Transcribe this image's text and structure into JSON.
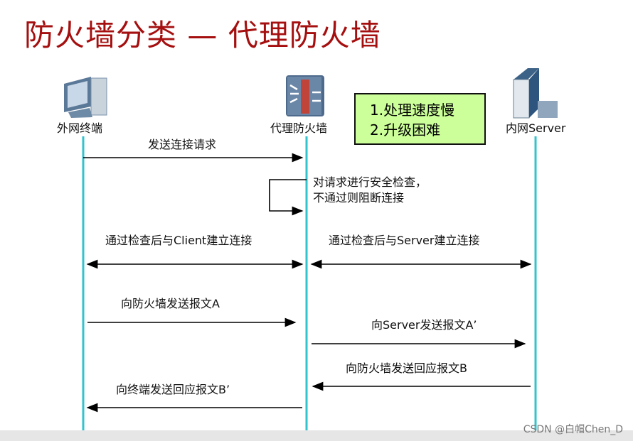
{
  "title": "防火墙分类 — 代理防火墙",
  "entities": [
    {
      "label": "外网终端",
      "icon": "pc-icon"
    },
    {
      "label": "代理防火墙",
      "icon": "firewall-icon"
    },
    {
      "label": "内网Server",
      "icon": "server-icon"
    }
  ],
  "note": {
    "line1": "1.处理速度慢",
    "line2": "2.升级困难"
  },
  "messages": {
    "m1": "发送连接请求",
    "m2a": "对请求进行安全检查，",
    "m2b": "不通过则阻断连接",
    "m3": "通过检查后与Client建立连接",
    "m4": "通过检查后与Server建立连接",
    "m5": "向防火墙发送报文A",
    "m6": "向Server发送报文A’",
    "m7": "向防火墙发送回应报文B",
    "m8": "向终端发送回应报文B’"
  },
  "colors": {
    "title": "#a50f0f",
    "lifeline": "#33c3cc",
    "note_bg": "#ccff99"
  },
  "watermark": "CSDN @白帽Chen_D"
}
